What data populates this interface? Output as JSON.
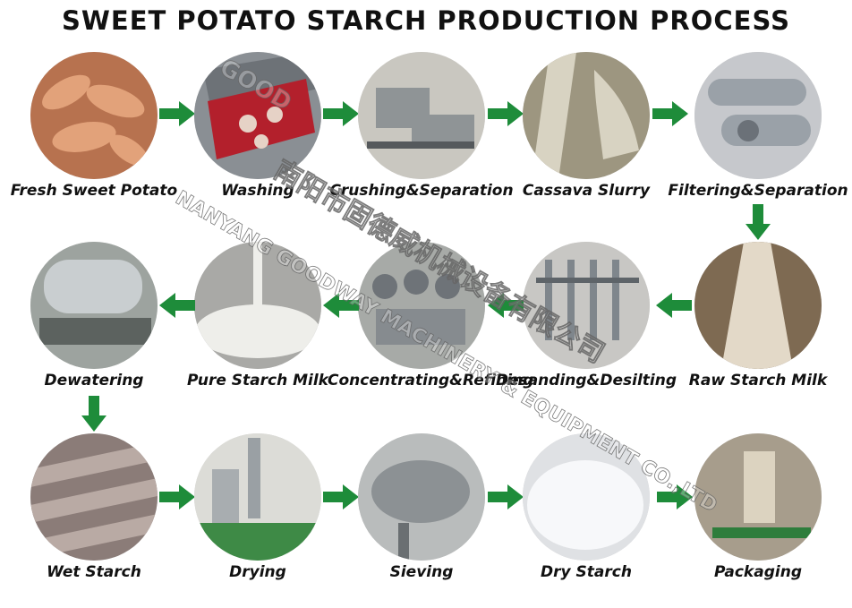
{
  "title": "SWEET POTATO STARCH PRODUCTION PROCESS",
  "arrow_color": "#1e8c3a",
  "steps": [
    {
      "label": "Fresh Sweet Potato",
      "bg": "#b7724f",
      "fg": "#e2a27a"
    },
    {
      "label": "Washing",
      "bg": "#8a8f94",
      "fg": "#b3202c"
    },
    {
      "label": "Crushing&Separation",
      "bg": "#c9c7c0",
      "fg": "#8f9496"
    },
    {
      "label": "Cassava Slurry",
      "bg": "#9d9680",
      "fg": "#d8d3c2"
    },
    {
      "label": "Filtering&Separation",
      "bg": "#c6c8cc",
      "fg": "#9aa1a8"
    },
    {
      "label": "Raw Starch Milk",
      "bg": "#7e6a52",
      "fg": "#e3d9c8"
    },
    {
      "label": "Desanding&Desilting",
      "bg": "#c8c7c4",
      "fg": "#7f868c"
    },
    {
      "label": "Concentrating&Refining",
      "bg": "#a7aaa7",
      "fg": "#6e7378"
    },
    {
      "label": "Pure Starch Milk",
      "bg": "#a9a9a6",
      "fg": "#eeeeea"
    },
    {
      "label": "Dewatering",
      "bg": "#9da39f",
      "fg": "#c9ced0"
    },
    {
      "label": "Wet Starch",
      "bg": "#8b7c78",
      "fg": "#b9aaa4"
    },
    {
      "label": "Drying",
      "bg": "#dcdcd7",
      "fg": "#3e8a46"
    },
    {
      "label": "Sieving",
      "bg": "#b9bcbc",
      "fg": "#8c9194"
    },
    {
      "label": "Dry Starch",
      "bg": "#dfe1e4",
      "fg": "#f7f8fa"
    },
    {
      "label": "Packaging",
      "bg": "#a79d8c",
      "fg": "#dcd3c0"
    }
  ],
  "watermark": {
    "line1": "NANYANG GOODWAY MACHINERY & EQUIPMENT CO.,LTD",
    "line2": "南阳市固德威机械设备有限公司",
    "prefix": "GOOD"
  }
}
